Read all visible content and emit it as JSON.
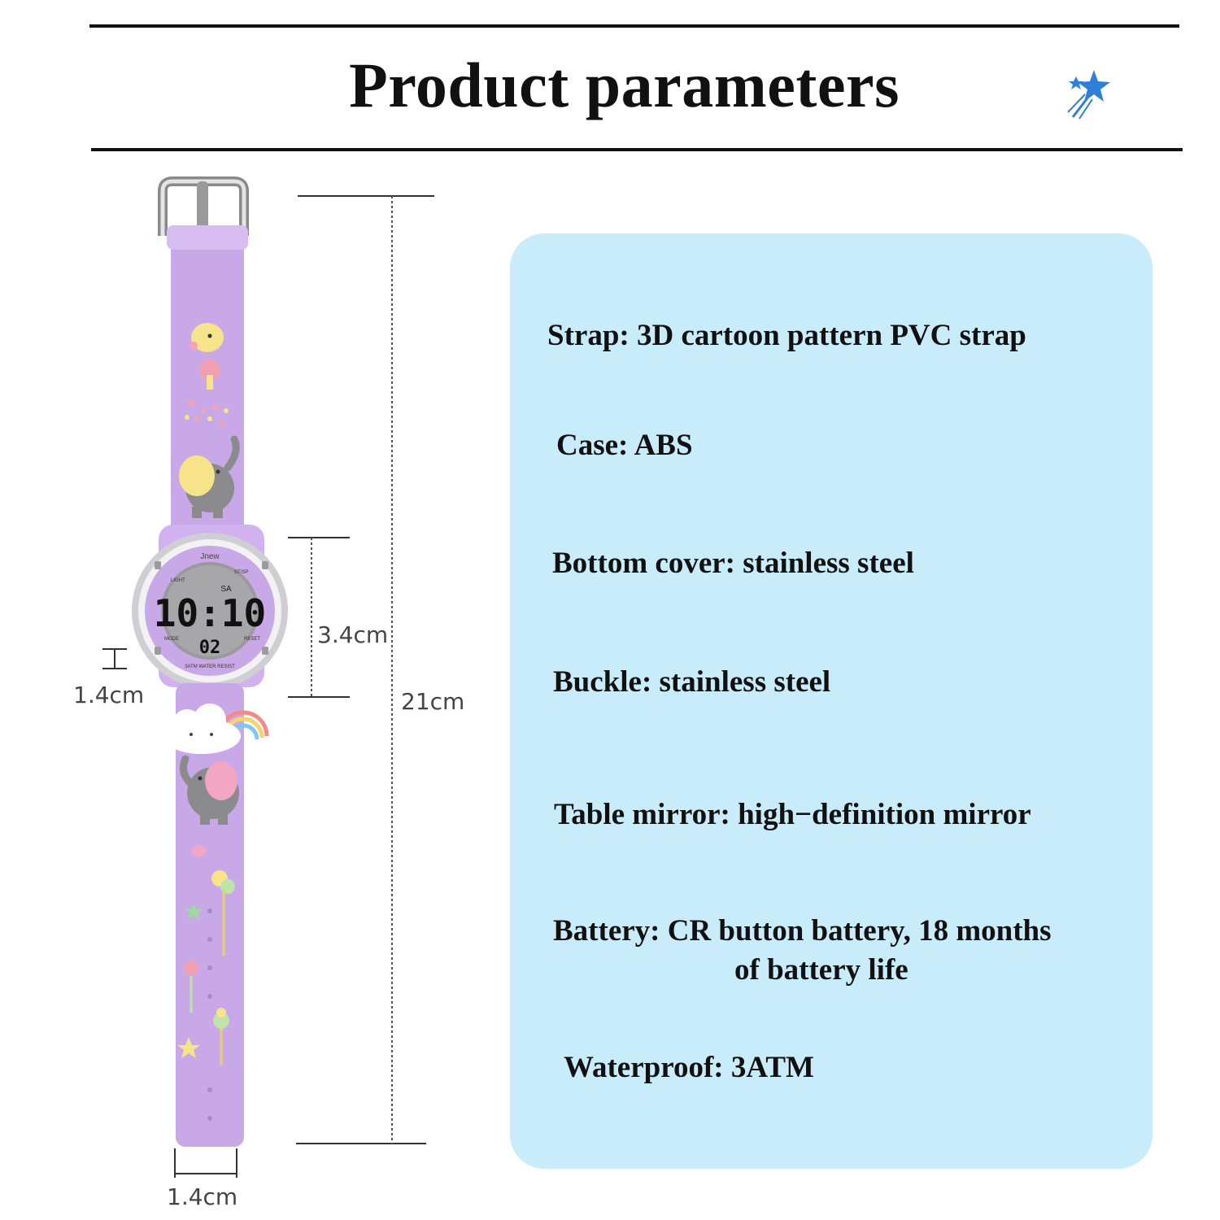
{
  "header": {
    "title": "Product parameters"
  },
  "dimensions": {
    "total_length": "21cm",
    "case_height": "3.4cm",
    "case_depth": "1.4cm",
    "strap_width": "1.4cm"
  },
  "watch_display": {
    "brand": "Jnew",
    "day": "SA",
    "time": "10:10",
    "seconds": "02",
    "bezel_left_top": "LIGHT",
    "bezel_right_top": "ST/SP",
    "bezel_left_bottom": "MODE",
    "bezel_right_bottom": "RESET",
    "bezel_bottom": "3ATM WATER RESIST"
  },
  "specs": {
    "strap": "Strap: 3D cartoon pattern PVC strap",
    "case": "Case: ABS",
    "bottom_cover": "Bottom cover: stainless steel",
    "buckle": "Buckle: stainless steel",
    "table_mirror": "Table mirror: high−definition mirror",
    "battery_line1": "Battery: CR button battery, 18 months",
    "battery_line2": "of battery life",
    "waterproof": "Waterproof: 3ATM"
  },
  "colors": {
    "panel": "#c9ecfa",
    "strap": "#c9a8e8",
    "wand": "#2f7fd8"
  }
}
